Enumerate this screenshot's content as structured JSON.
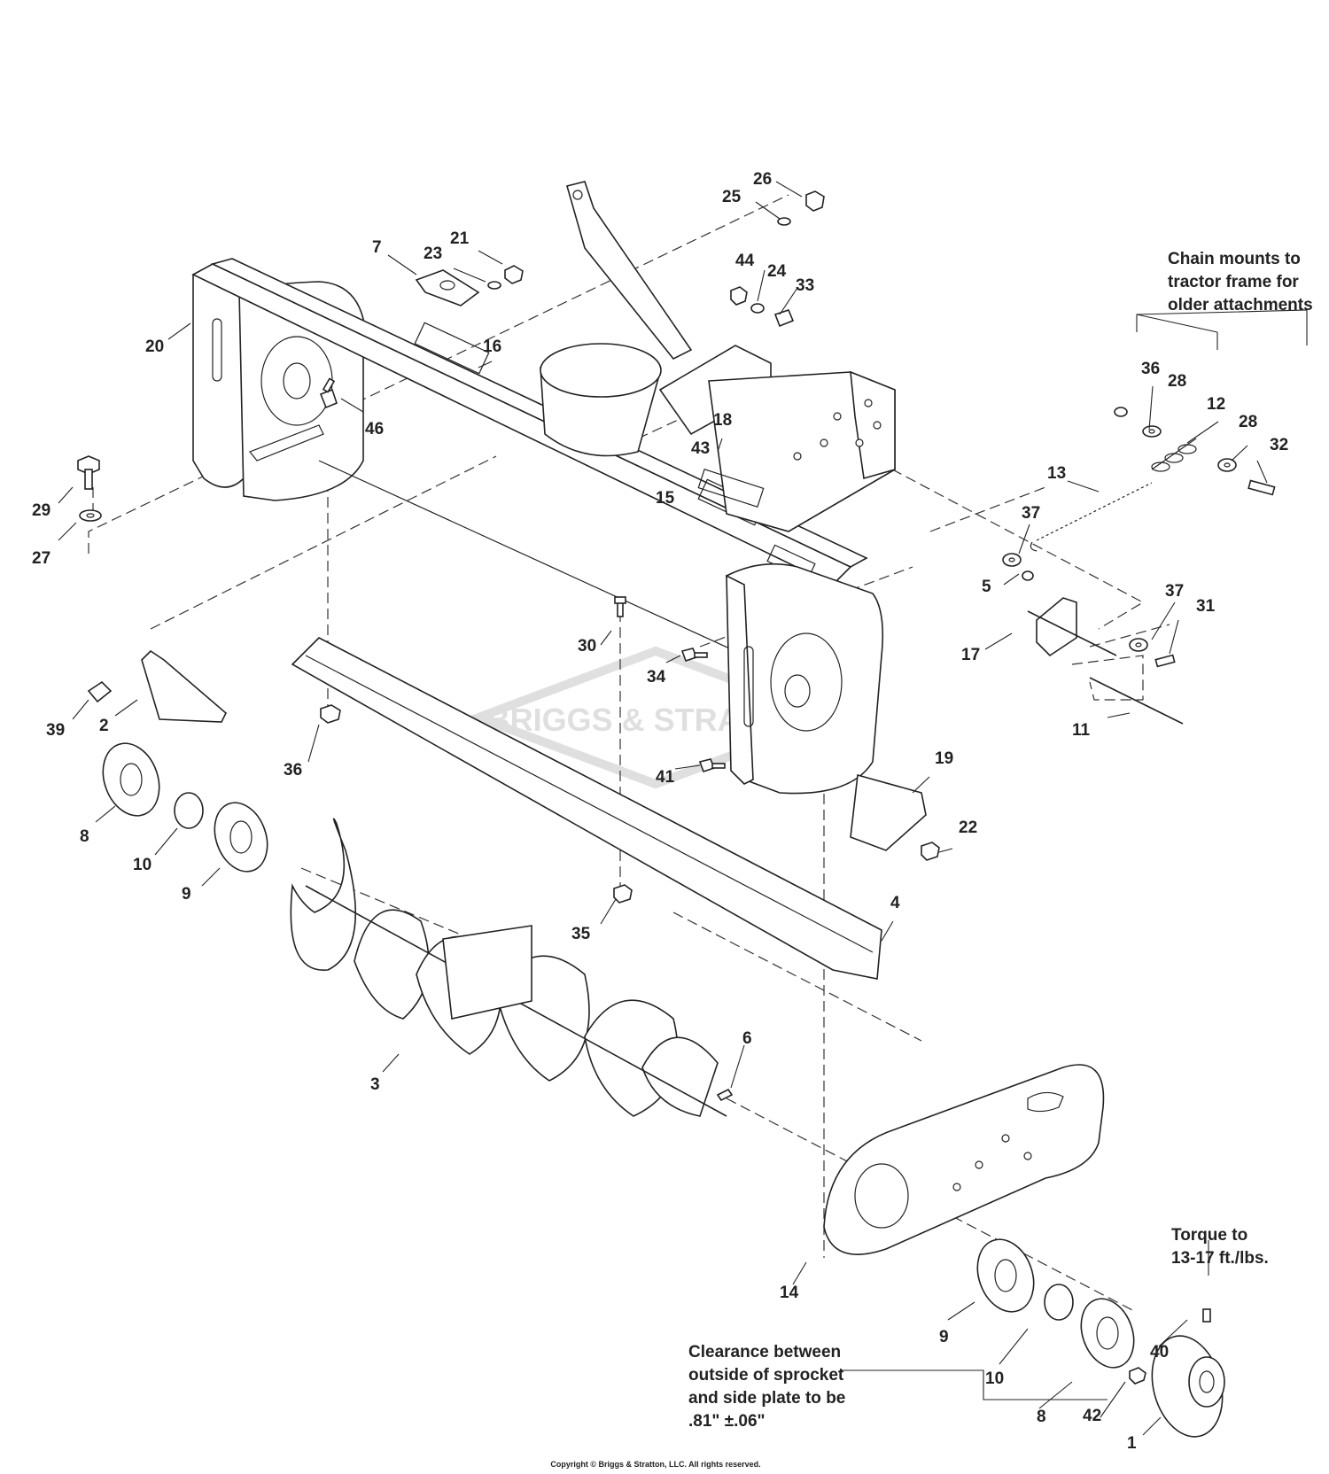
{
  "watermark": "BRIGGS & STRATTON",
  "copyright": "Copyright © Briggs & Stratton, LLC. All rights reserved.",
  "notes": {
    "chain": [
      "Chain mounts to",
      "tractor frame for",
      "older attachments"
    ],
    "torque": [
      "Torque to",
      "13-17 ft./lbs."
    ],
    "clearance": [
      "Clearance between",
      "outside of sprocket",
      "and side plate to be",
      ".81\" ±.06\""
    ]
  },
  "callouts": [
    {
      "id": "c26",
      "num": "26"
    },
    {
      "id": "c25",
      "num": "25"
    },
    {
      "id": "c21",
      "num": "21"
    },
    {
      "id": "c7",
      "num": "7"
    },
    {
      "id": "c23",
      "num": "23"
    },
    {
      "id": "c44",
      "num": "44"
    },
    {
      "id": "c24",
      "num": "24"
    },
    {
      "id": "c33",
      "num": "33"
    },
    {
      "id": "c20",
      "num": "20"
    },
    {
      "id": "c16",
      "num": "16"
    },
    {
      "id": "c46",
      "num": "46"
    },
    {
      "id": "c18",
      "num": "18"
    },
    {
      "id": "c43",
      "num": "43"
    },
    {
      "id": "c29",
      "num": "29"
    },
    {
      "id": "c27",
      "num": "27"
    },
    {
      "id": "c15",
      "num": "15"
    },
    {
      "id": "c36a",
      "num": "36"
    },
    {
      "id": "c28a",
      "num": "28"
    },
    {
      "id": "c12",
      "num": "12"
    },
    {
      "id": "c28b",
      "num": "28"
    },
    {
      "id": "c32",
      "num": "32"
    },
    {
      "id": "c13",
      "num": "13"
    },
    {
      "id": "c37a",
      "num": "37"
    },
    {
      "id": "c5",
      "num": "5"
    },
    {
      "id": "c37b",
      "num": "37"
    },
    {
      "id": "c31",
      "num": "31"
    },
    {
      "id": "c17",
      "num": "17"
    },
    {
      "id": "c30",
      "num": "30"
    },
    {
      "id": "c34",
      "num": "34"
    },
    {
      "id": "c39",
      "num": "39"
    },
    {
      "id": "c2",
      "num": "2"
    },
    {
      "id": "c36b",
      "num": "36"
    },
    {
      "id": "c41",
      "num": "41"
    },
    {
      "id": "c11",
      "num": "11"
    },
    {
      "id": "c19",
      "num": "19"
    },
    {
      "id": "c8a",
      "num": "8"
    },
    {
      "id": "c22",
      "num": "22"
    },
    {
      "id": "c10a",
      "num": "10"
    },
    {
      "id": "c9a",
      "num": "9"
    },
    {
      "id": "c4",
      "num": "4"
    },
    {
      "id": "c35",
      "num": "35"
    },
    {
      "id": "c6",
      "num": "6"
    },
    {
      "id": "c3",
      "num": "3"
    },
    {
      "id": "c14",
      "num": "14"
    },
    {
      "id": "c9b",
      "num": "9"
    },
    {
      "id": "c10b",
      "num": "10"
    },
    {
      "id": "c40",
      "num": "40"
    },
    {
      "id": "c8b",
      "num": "8"
    },
    {
      "id": "c42",
      "num": "42"
    },
    {
      "id": "c1",
      "num": "1"
    }
  ]
}
